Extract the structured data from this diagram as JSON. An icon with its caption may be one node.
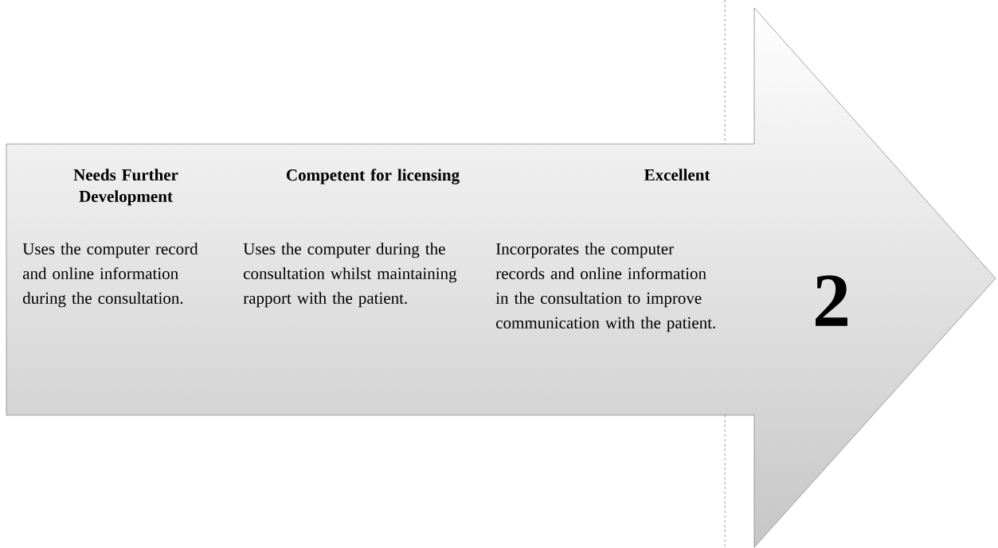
{
  "diagram": {
    "nodes": [
      {
        "text": [
          "Needs Further Development",
          "Uses the computer record and online information during the consultation.",
          "Competent for licensing",
          "Uses the computer during the consultation whilst maintaining rapport with the patient.",
          "Excellent",
          "Incorporates the computer records and online information in the consultation to improve communication with the patient.",
          "2"
        ]
      }
    ]
  }
}
